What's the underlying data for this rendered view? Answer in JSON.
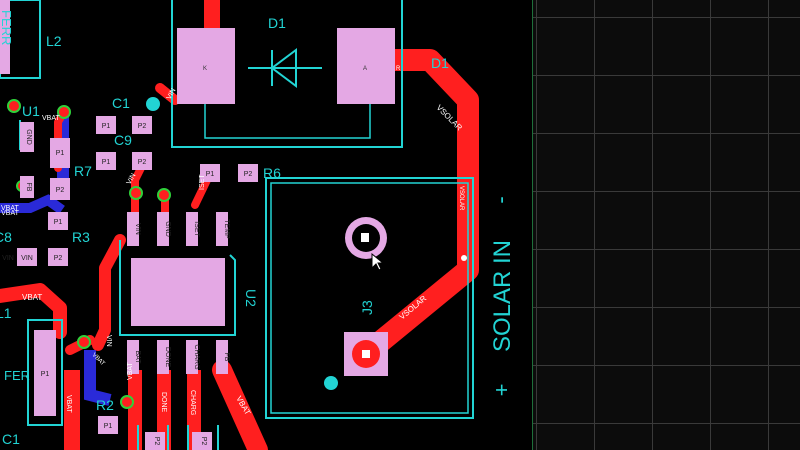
{
  "colors": {
    "trace_top": "#ff1f1f",
    "trace_bottom": "#2a2ad8",
    "pad": "#e4a8e4",
    "silkscreen": "#22d4d4",
    "background": "#000000",
    "grid_line": "#3a3a3a"
  },
  "components": {
    "D1": {
      "designator": "D1",
      "pad_k": "K",
      "pad_a": "A"
    },
    "J3": {
      "designator": "J3",
      "title": "SOLAR IN",
      "minus": "-",
      "plus": "+"
    },
    "U1": {
      "designator": "U1"
    },
    "U2": {
      "designator": "U2"
    },
    "C1": {
      "designator": "C1"
    },
    "C9": {
      "designator": "C9"
    },
    "R7": {
      "designator": "R7"
    },
    "R3": {
      "designator": "R3"
    },
    "R6": {
      "designator": "R6"
    },
    "R2": {
      "designator": "R2"
    },
    "L1": {
      "designator": "L1"
    },
    "L2": {
      "designator": "L2"
    },
    "C8": {
      "designator": "C8"
    },
    "C1b": {
      "designator": "C1"
    }
  },
  "nets": {
    "vsolar": "VSOLAR",
    "vbat": "VBAT",
    "vin": "VIN",
    "gnd": "GND",
    "iset": "ISET",
    "temp": "TEMP",
    "bat": "BAT",
    "done": "DONE",
    "charg": "CHARG",
    "fb": "FB",
    "p1": "P1",
    "p2": "P2",
    "ferr": "FERR",
    "fer": "FER",
    "r": "R"
  }
}
